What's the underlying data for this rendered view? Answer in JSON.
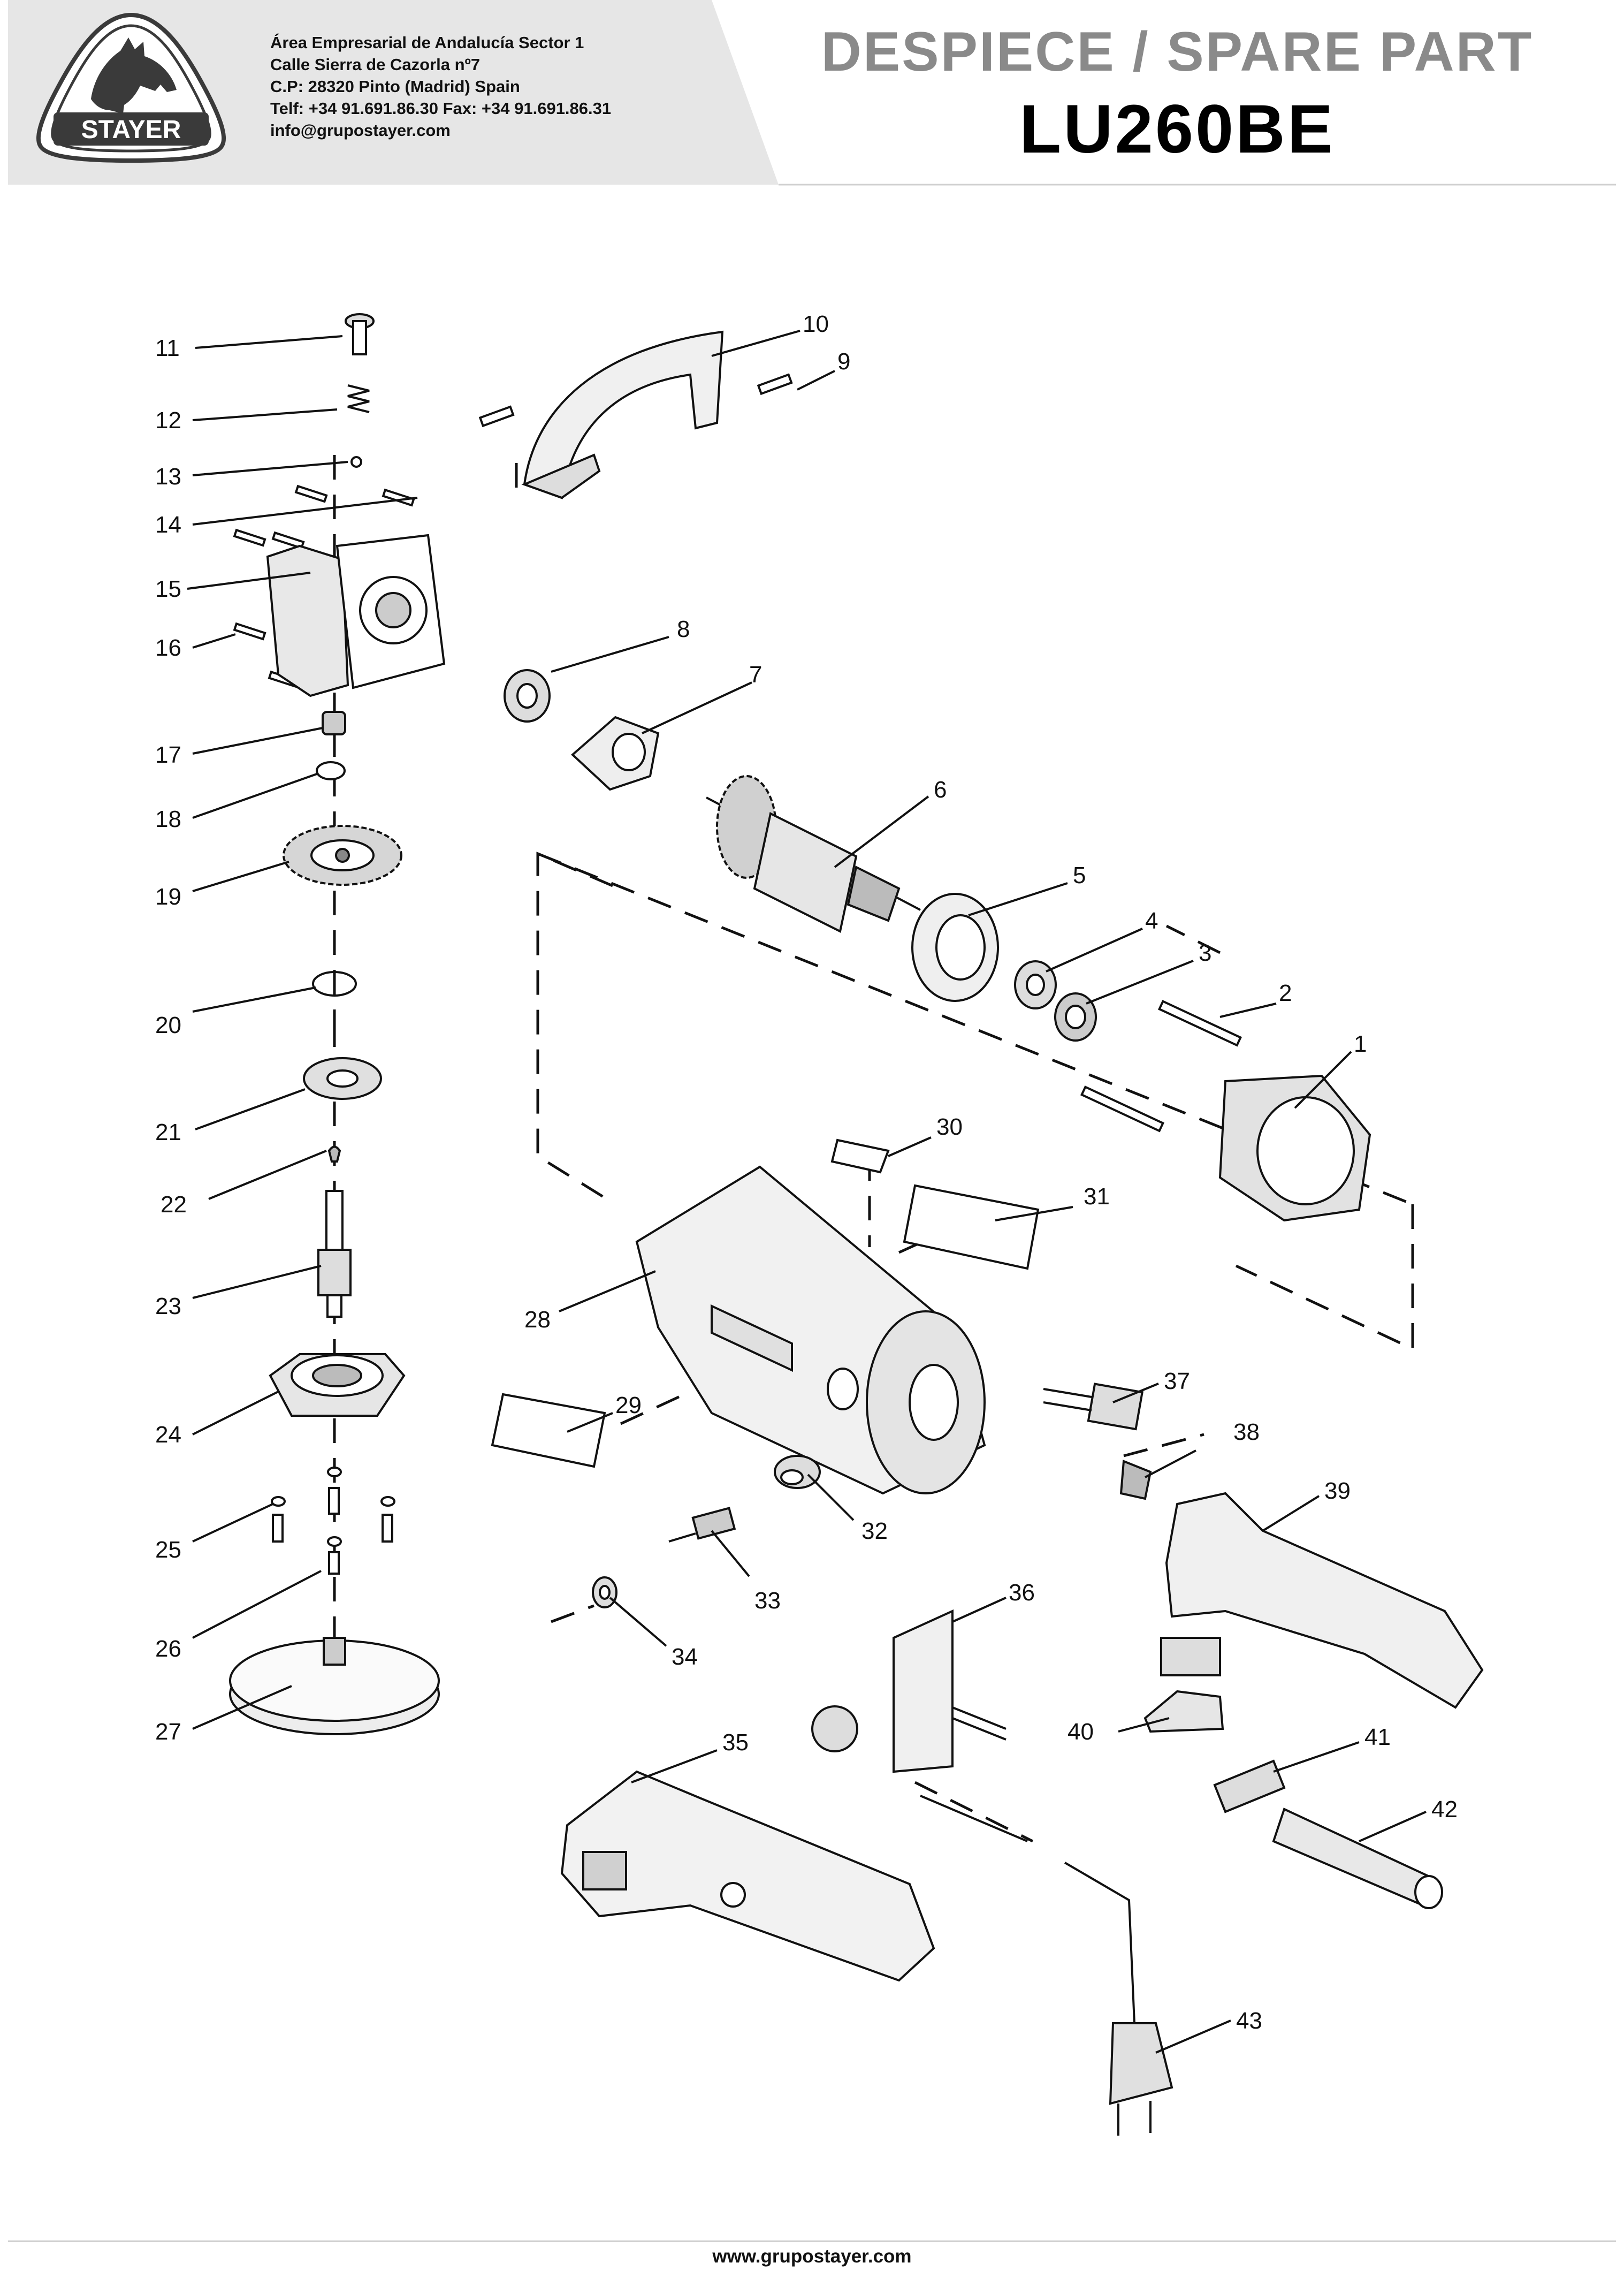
{
  "header": {
    "brand": "STAYER",
    "address_lines": [
      "Área Empresarial de Andalucía Sector 1",
      "Calle Sierra de Cazorla nº7",
      "C.P: 28320 Pinto (Madrid) Spain",
      "Telf: +34 91.691.86.30 Fax: +34 91.691.86.31",
      "info@grupostayer.com"
    ],
    "title": "DESPIECE / SPARE PART",
    "model": "LU260BE"
  },
  "diagram": {
    "part_numbers": [
      "1",
      "2",
      "3",
      "4",
      "5",
      "6",
      "7",
      "8",
      "9",
      "10",
      "11",
      "12",
      "13",
      "14",
      "15",
      "16",
      "17",
      "18",
      "19",
      "20",
      "21",
      "22",
      "23",
      "24",
      "25",
      "26",
      "27",
      "28",
      "29",
      "30",
      "31",
      "32",
      "33",
      "34",
      "35",
      "36",
      "37",
      "38",
      "39",
      "40",
      "41",
      "42",
      "43"
    ]
  },
  "footer": {
    "url": "www.grupostayer.com"
  },
  "colors": {
    "header_band": "#e6e6e6",
    "title_gray": "#8a8a8a",
    "line": "#111111"
  }
}
